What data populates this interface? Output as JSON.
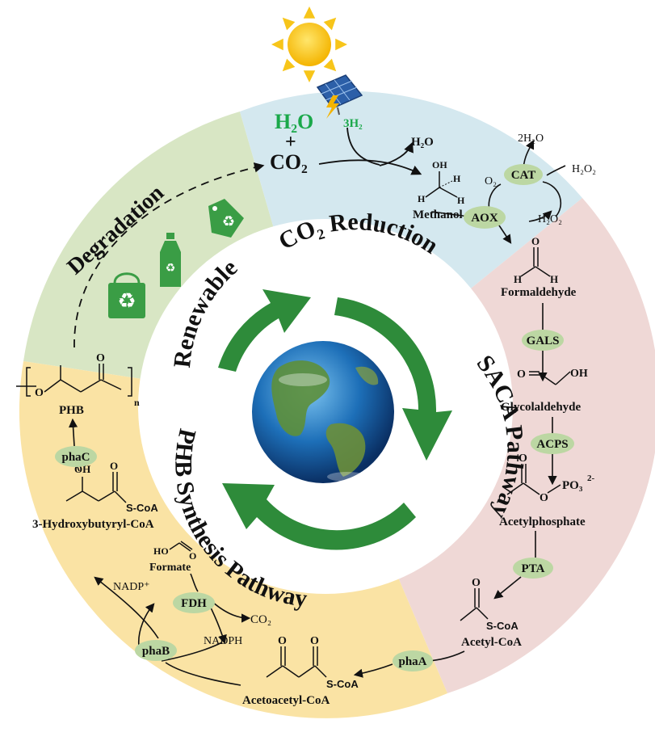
{
  "ring_labels": {
    "degradation": "Degradation",
    "renewable": "Renewable",
    "co2_reduction": "CO₂ Reduction",
    "saca_pathway": "SACA Pathway",
    "phb_synthesis": "PHB Synthesis Pathway"
  },
  "inputs": {
    "h2o": "H₂O",
    "plus": "+",
    "co2": "CO₂",
    "three_h2": "3H₂"
  },
  "compounds": {
    "h2o_out": "H₂O",
    "methanol": "Methanol",
    "two_h2o": "2H₂O",
    "h2o2_in": "H₂O₂",
    "h2o2_out": "H₂O₂",
    "o2": "O₂",
    "formaldehyde": "Formaldehyde",
    "glycolaldehyde": "Glycolaldehyde",
    "acetylphosphate": "Acetylphosphate",
    "acetyl_coa": "Acetyl-CoA",
    "acetoacetyl_coa": "Acetoacetyl-CoA",
    "hydroxybutyryl_coa": "3-Hydroxybutyryl-CoA",
    "phb": "PHB",
    "formate": "Formate",
    "co2_out": "CO₂",
    "nadp": "NADP⁺",
    "nadph": "NADPH"
  },
  "struct_text": {
    "oh": "OH",
    "h": "H",
    "o": "O",
    "ho": "HO",
    "po3": "PO₃",
    "po3_charge": "2-",
    "s_coa": "S-CoA",
    "n": "n"
  },
  "enzymes": {
    "cat": "CAT",
    "aox": "AOX",
    "gals": "GALS",
    "acps": "ACPS",
    "pta": "PTA",
    "phaA": "phaA",
    "phaB": "phaB",
    "phaC": "phaC",
    "fdh": "FDH"
  },
  "colors": {
    "degradation_sector": "#d8e6c4",
    "co2_sector": "#d4e8ef",
    "saca_sector": "#efd8d6",
    "phb_sector": "#fae3a4",
    "enzyme_fill": "#bcd7a3",
    "cycle_arrow": "#2e8b3a",
    "h2o_input": "#1aa84a",
    "recycle_icon": "#3a9d45",
    "sun": "#f7c51a"
  },
  "icons": [
    "sun-icon",
    "solar-panel-icon",
    "lightning-icon",
    "earth-globe-icon",
    "recycle-bag-icon",
    "plastic-bottle-icon",
    "recycle-tag-icon"
  ]
}
